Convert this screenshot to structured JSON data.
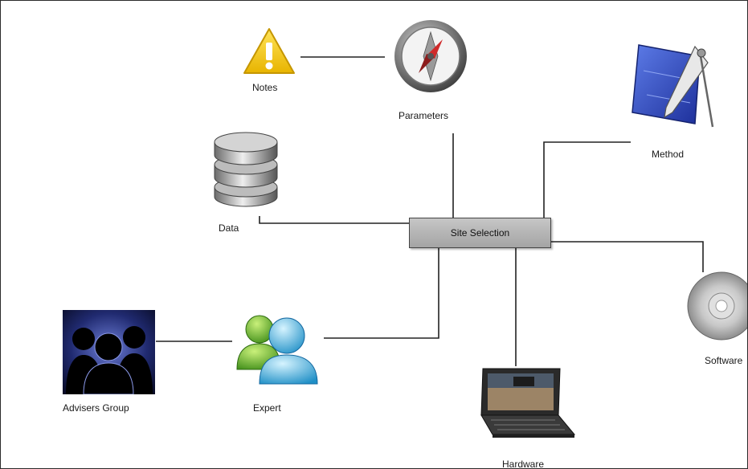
{
  "diagram": {
    "center": {
      "label": "Site Selection"
    },
    "nodes": [
      {
        "id": "notes",
        "label": "Notes",
        "icon": "warning-icon"
      },
      {
        "id": "parameters",
        "label": "Parameters",
        "icon": "compass-icon"
      },
      {
        "id": "method",
        "label": "Method",
        "icon": "drafting-tools-icon"
      },
      {
        "id": "data",
        "label": "Data",
        "icon": "database-icon"
      },
      {
        "id": "software",
        "label": "Software",
        "icon": "disc-icon"
      },
      {
        "id": "expert",
        "label": "Expert",
        "icon": "users-icon"
      },
      {
        "id": "advisers",
        "label": "Advisers Group",
        "icon": "group-silhouette-icon"
      },
      {
        "id": "hardware",
        "label": "Hardware",
        "icon": "laptop-icon"
      }
    ],
    "connections": [
      [
        "notes",
        "parameters"
      ],
      [
        "parameters",
        "center"
      ],
      [
        "method",
        "center"
      ],
      [
        "data",
        "center"
      ],
      [
        "software",
        "center"
      ],
      [
        "expert",
        "center"
      ],
      [
        "hardware",
        "center"
      ],
      [
        "advisers",
        "expert"
      ]
    ]
  }
}
